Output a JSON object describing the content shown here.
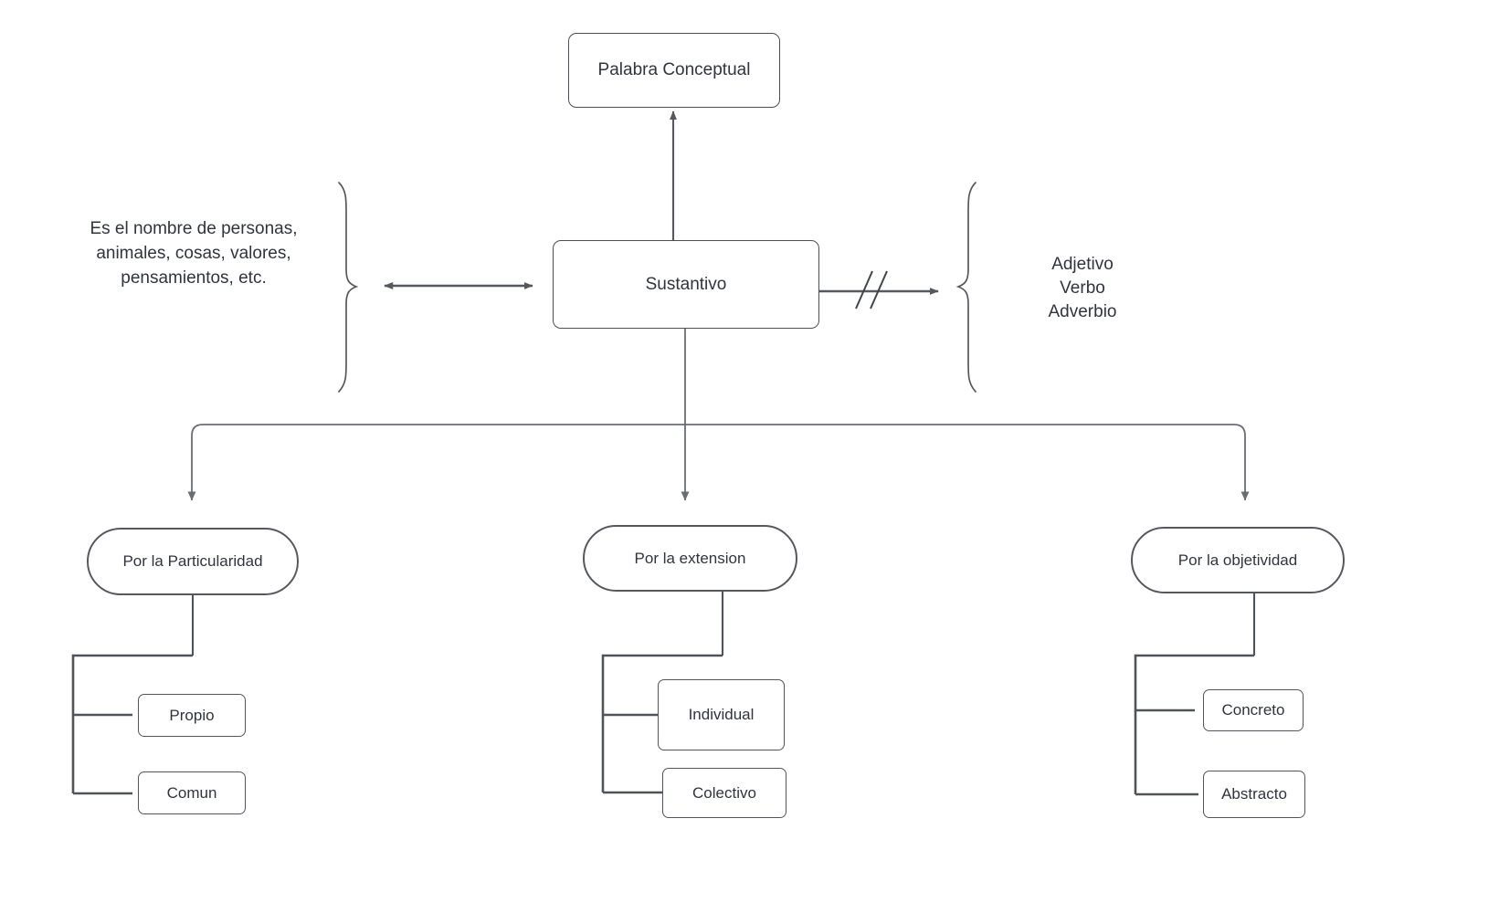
{
  "diagram": {
    "title": "Sustantivo",
    "language": "es",
    "background_color": "#ffffff",
    "stroke_color": "#55595e",
    "text_color": "#30353d"
  },
  "nodes": {
    "top": {
      "label": "Palabra Conceptual",
      "shape": "rounded-rect"
    },
    "center": {
      "label": "Sustantivo",
      "shape": "rounded-rect"
    },
    "category_1": {
      "label": "Por la Particularidad",
      "shape": "pill"
    },
    "category_2": {
      "label": "Por la extension",
      "shape": "pill"
    },
    "category_3": {
      "label": "Por la objetividad",
      "shape": "pill"
    }
  },
  "annotations": {
    "definition": "Es el nombre de personas, animales, cosas, valores, pensamientos, etc.",
    "definition_lines": [
      "Es el nombre de personas,",
      "animales, cosas, valores,",
      "pensamientos, etc."
    ],
    "excluded_lines": [
      "Adjetivo",
      "Verbo",
      "Adverbio"
    ]
  },
  "leaves": {
    "particularidad": [
      {
        "label": "Propio"
      },
      {
        "label": "Comun"
      }
    ],
    "extension": [
      {
        "label": "Individual"
      },
      {
        "label": "Colectivo"
      }
    ],
    "objetividad": [
      {
        "label": "Concreto"
      },
      {
        "label": "Abstracto"
      }
    ]
  },
  "connectors": {
    "center_to_top": {
      "type": "arrow-up",
      "label": ""
    },
    "definition_to_center": {
      "type": "double-headed-arrow",
      "label": ""
    },
    "center_to_excluded": {
      "type": "arrow-right-crossed",
      "marks": 2,
      "label": ""
    },
    "center_to_categories": {
      "type": "bus-down-arrows",
      "count": 3
    }
  }
}
